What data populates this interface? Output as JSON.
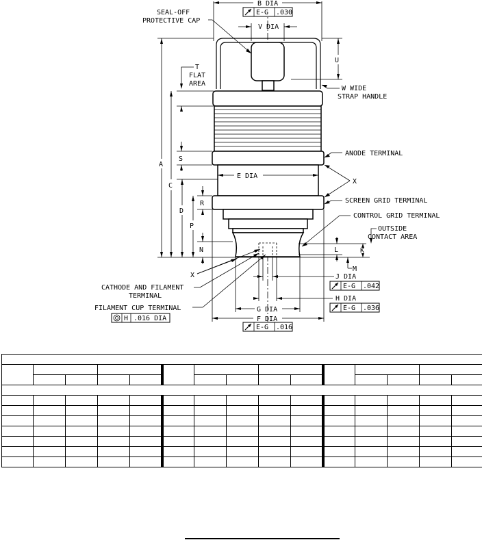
{
  "drawing": {
    "dimensions": {
      "A": "A",
      "B_dia": "B DIA",
      "C": "C",
      "D": "D",
      "E_dia": "E DIA",
      "F_dia": "F DIA",
      "G_dia": "G DIA",
      "H_dia": "H DIA",
      "J_dia": "J DIA",
      "K": "K",
      "L": "L",
      "M": "M",
      "N": "N",
      "P": "P",
      "R": "R",
      "S": "S",
      "T_letter": "T",
      "T_text1": "FLAT",
      "T_text2": "AREA",
      "U": "U",
      "V_dia": "V DIA",
      "X1": "X",
      "X2": "X"
    },
    "callouts": {
      "seal_off_1": "SEAL-OFF",
      "seal_off_2": "PROTECTIVE CAP",
      "w_wide_1": "W WIDE",
      "w_wide_2": "STRAP HANDLE",
      "anode": "ANODE TERMINAL",
      "screen_grid": "SCREEN GRID TERMINAL",
      "control_grid": "CONTROL GRID TERMINAL",
      "outside_1": "OUTSIDE",
      "outside_2": "CONTACT AREA",
      "cathode_1": "CATHODE AND FILAMENT",
      "cathode_2": "TERMINAL",
      "filament_cup": "FILAMENT CUP TERMINAL"
    },
    "tolerances": {
      "b": {
        "datum": "E-G",
        "value": ".030"
      },
      "j": {
        "datum": "E-G",
        "value": ".042"
      },
      "h": {
        "datum": "E-G",
        "value": ".036"
      },
      "f": {
        "datum": "E-G",
        "value": ".016"
      },
      "cup": {
        "datum": "H",
        "value": ".016 DIA"
      }
    }
  },
  "table": {
    "body_rows": 7
  }
}
